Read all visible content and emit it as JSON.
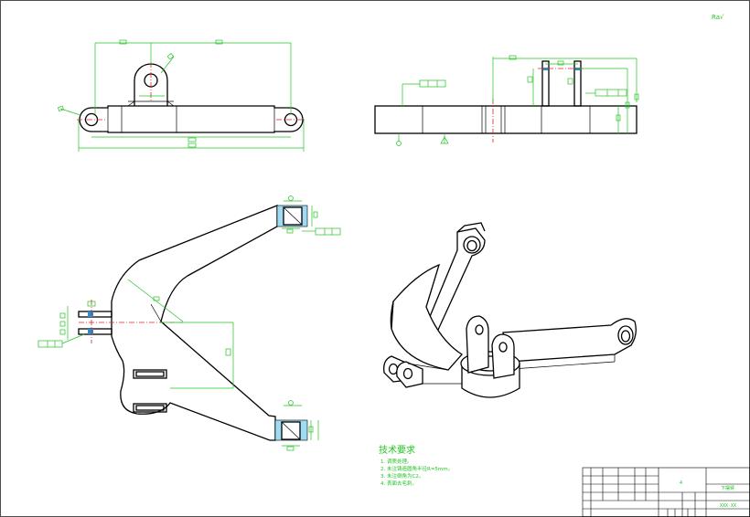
{
  "roughness_symbol": "Ra√",
  "technical_requirements": {
    "title": "技术要求",
    "items": [
      "1. 调质处理。",
      "2. 未注铸造圆角半径R=5mm。",
      "3. 未注倒角为C2。",
      "4. 表面去毛刺。"
    ]
  },
  "title_block": {
    "center_mark": "4",
    "name_cell": "下摆臂",
    "code_cell": "XXX-XX"
  },
  "colors": {
    "outline": "#000000",
    "dimension": "#22c422",
    "centerline": "#e02020",
    "hole": "#2a8fd0",
    "hatch": "#9fdcf4"
  }
}
